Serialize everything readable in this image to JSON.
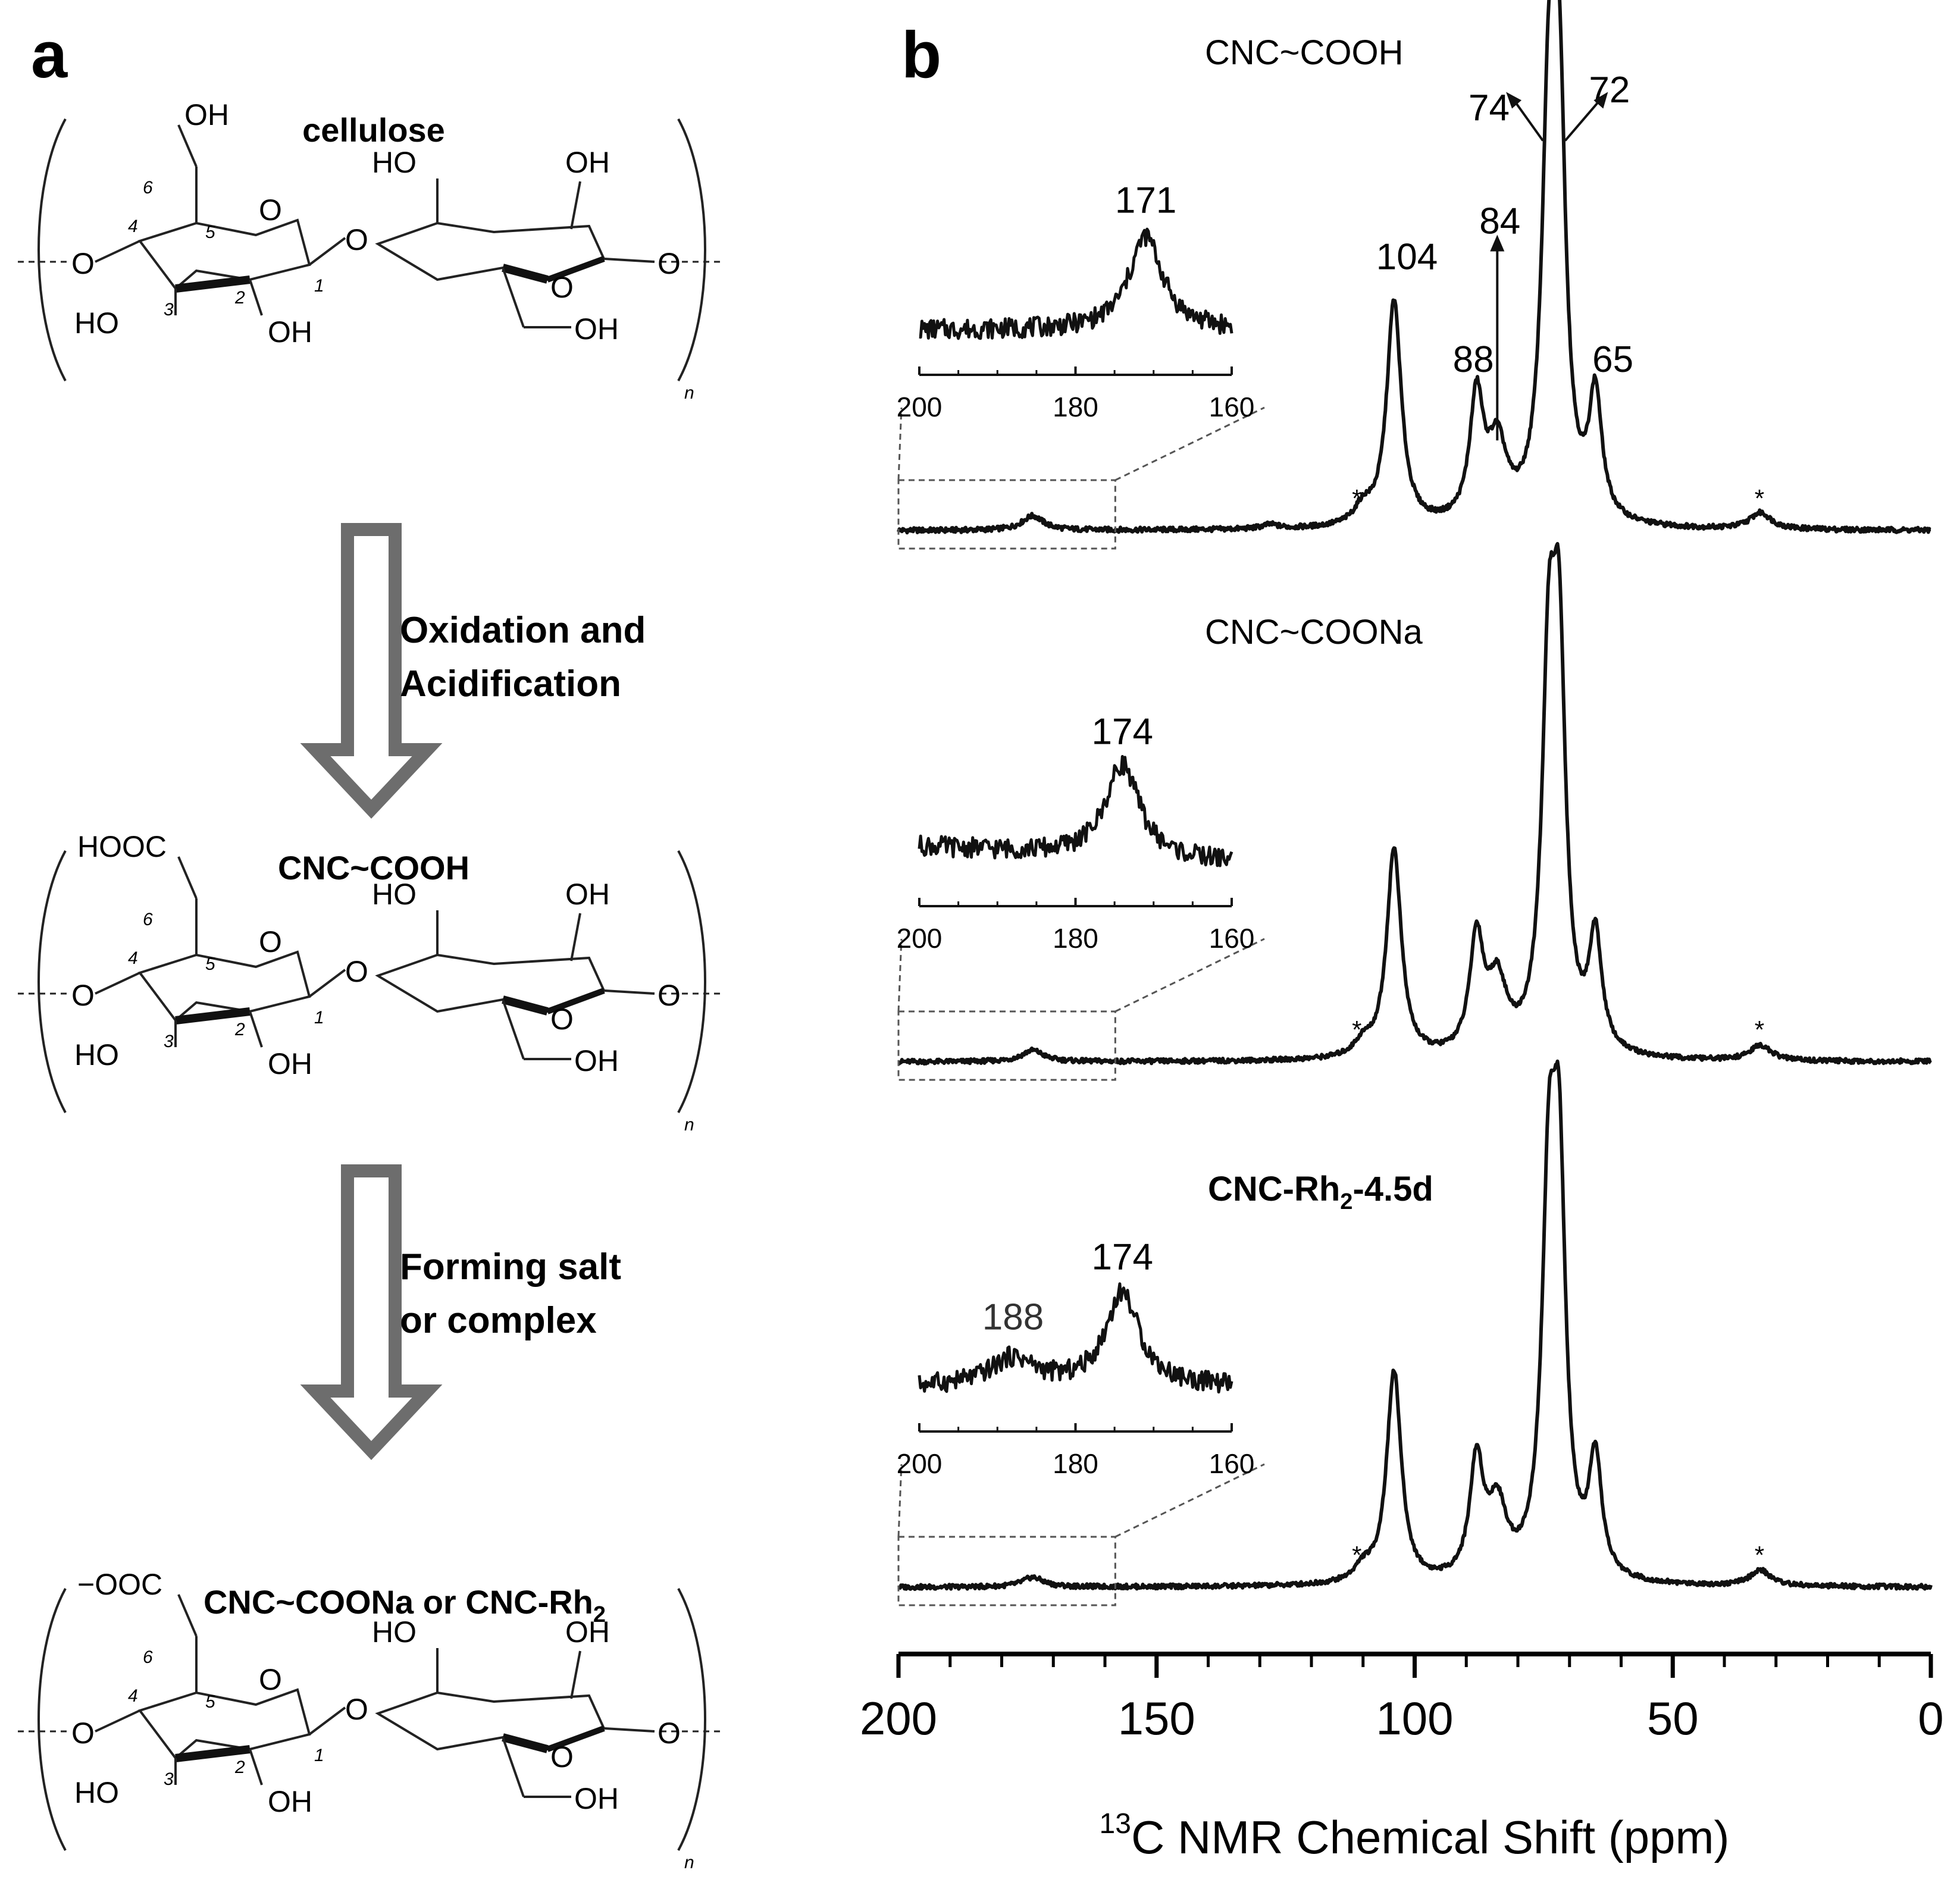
{
  "panel_a": {
    "label": "a",
    "structures": [
      {
        "title": "cellulose",
        "c6_group": "OH",
        "c6_prefix": ""
      },
      {
        "title": "CNC~COOH",
        "c6_group": "HOOC",
        "c6_prefix": ""
      },
      {
        "title": "CNC~COONa or CNC-Rh",
        "title_sub": "2",
        "c6_group": "OOC",
        "c6_prefix": "−"
      }
    ],
    "steps": [
      {
        "line1": "Oxidation and",
        "line2": "Acidification"
      },
      {
        "line1": "Forming salt",
        "line2": "or complex"
      }
    ],
    "atoms": {
      "ho": "HO",
      "oh": "OH",
      "o": "O",
      "n": "n",
      "c1": "1",
      "c2": "2",
      "c3": "3",
      "c4": "4",
      "c5": "5",
      "c6": "6"
    }
  },
  "panel_b": {
    "label": "b",
    "spectra": [
      {
        "title": "CNC~COOH",
        "title_sub": "",
        "title_bold": false
      },
      {
        "title": "CNC~COONa",
        "title_sub": "",
        "title_bold": false
      },
      {
        "title": "CNC-Rh",
        "title_sub": "2",
        "title_suffix": "-4.5d",
        "title_bold": true
      }
    ],
    "star": "*"
  },
  "chart_data": {
    "type": "line",
    "x_axis": {
      "label_sup": "13",
      "label": "C NMR Chemical Shift (ppm)",
      "range": [
        200,
        0
      ],
      "reversed": true,
      "ticks": [
        200,
        150,
        100,
        50,
        0
      ]
    },
    "series": [
      {
        "name": "CNC~COOH",
        "peaks": [
          {
            "x": 174,
            "h": 0.035,
            "w": 2.5
          },
          {
            "x": 128,
            "h": 0.01,
            "w": 2
          },
          {
            "x": 110,
            "h": 0.04,
            "w": 2
          },
          {
            "x": 104,
            "h": 0.55,
            "w": 1.7
          },
          {
            "x": 88,
            "h": 0.3,
            "w": 1.6
          },
          {
            "x": 84,
            "h": 0.18,
            "w": 2.2
          },
          {
            "x": 74,
            "h": 0.93,
            "w": 1.6
          },
          {
            "x": 72,
            "h": 0.93,
            "w": 1.5
          },
          {
            "x": 65,
            "h": 0.3,
            "w": 1.5
          },
          {
            "x": 33,
            "h": 0.04,
            "w": 2.5
          }
        ],
        "annotations": [
          {
            "text": "104",
            "x": 104
          },
          {
            "text": "88",
            "x": 88
          },
          {
            "text": "84",
            "x": 84
          },
          {
            "text": "74",
            "x": 74
          },
          {
            "text": "72",
            "x": 72
          },
          {
            "text": "65",
            "x": 65
          }
        ],
        "stars_x": [
          111,
          33
        ],
        "inset": {
          "x_range": [
            200,
            160
          ],
          "ticks": [
            200,
            180,
            160
          ],
          "main_peak": {
            "x": 171,
            "label": "171"
          },
          "second_peak": null
        }
      },
      {
        "name": "CNC~COONa",
        "peaks": [
          {
            "x": 174,
            "h": 0.03,
            "w": 2.5
          },
          {
            "x": 110,
            "h": 0.035,
            "w": 2
          },
          {
            "x": 104,
            "h": 0.55,
            "w": 1.7
          },
          {
            "x": 88,
            "h": 0.3,
            "w": 1.6
          },
          {
            "x": 84,
            "h": 0.18,
            "w": 2.2
          },
          {
            "x": 74,
            "h": 0.93,
            "w": 1.6
          },
          {
            "x": 72,
            "h": 0.93,
            "w": 1.5
          },
          {
            "x": 65,
            "h": 0.3,
            "w": 1.5
          },
          {
            "x": 33,
            "h": 0.04,
            "w": 2.5
          }
        ],
        "annotations": [],
        "stars_x": [
          111,
          33
        ],
        "inset": {
          "x_range": [
            200,
            160
          ],
          "ticks": [
            200,
            180,
            160
          ],
          "main_peak": {
            "x": 174,
            "label": "174"
          },
          "second_peak": null
        }
      },
      {
        "name": "CNC-Rh2-4.5d",
        "peaks": [
          {
            "x": 174,
            "h": 0.025,
            "w": 2.5
          },
          {
            "x": 110,
            "h": 0.035,
            "w": 2
          },
          {
            "x": 104,
            "h": 0.55,
            "w": 1.7
          },
          {
            "x": 88,
            "h": 0.3,
            "w": 1.6
          },
          {
            "x": 84,
            "h": 0.18,
            "w": 2.2
          },
          {
            "x": 74,
            "h": 0.93,
            "w": 1.6
          },
          {
            "x": 72,
            "h": 0.93,
            "w": 1.5
          },
          {
            "x": 65,
            "h": 0.3,
            "w": 1.5
          },
          {
            "x": 33,
            "h": 0.04,
            "w": 2.5
          }
        ],
        "annotations": [],
        "stars_x": [
          111,
          33
        ],
        "inset": {
          "x_range": [
            200,
            160
          ],
          "ticks": [
            200,
            180,
            160
          ],
          "main_peak": {
            "x": 174,
            "label": "174"
          },
          "second_peak": {
            "x": 188,
            "label": "188"
          }
        }
      }
    ]
  }
}
